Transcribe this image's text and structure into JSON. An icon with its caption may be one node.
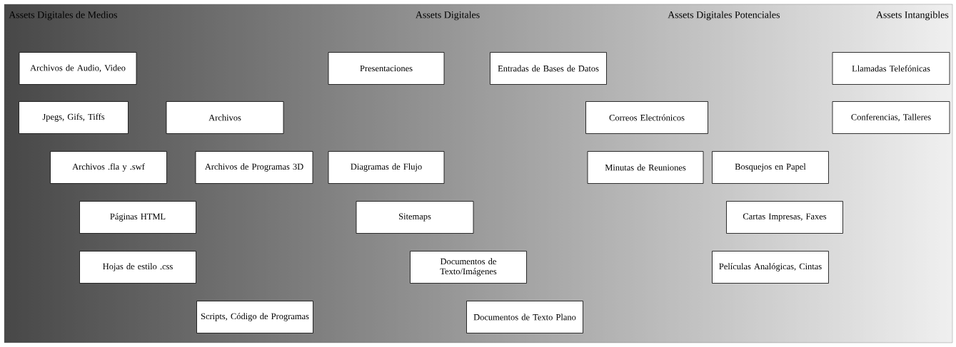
{
  "diagram": {
    "nodes": [
      {
        "text": [
          "Archivos de Audio, Video"
        ]
      },
      {
        "text": [
          "Presentaciones"
        ]
      },
      {
        "text": [
          "Entradas de Bases de Datos"
        ]
      },
      {
        "text": [
          "Llamadas Telefónicas"
        ]
      },
      {
        "text": [
          "Jpegs, Gifs, Tiffs"
        ]
      },
      {
        "text": [
          "Archivos"
        ]
      },
      {
        "text": [
          "Correos Electrónicos"
        ]
      },
      {
        "text": [
          "Conferencias, Talleres"
        ]
      },
      {
        "text": [
          "Archivos .fla y .swf"
        ]
      },
      {
        "text": [
          "Archivos de Programas 3D"
        ]
      },
      {
        "text": [
          "Diagramas de Flujo"
        ]
      },
      {
        "text": [
          "Minutas de Reuniones"
        ]
      },
      {
        "text": [
          "Bosquejos en Papel"
        ]
      },
      {
        "text": [
          "Páginas HTML"
        ]
      },
      {
        "text": [
          "Sitemaps"
        ]
      },
      {
        "text": [
          "Cartas Impresas, Faxes"
        ]
      },
      {
        "text": [
          "Hojas de estilo .css"
        ]
      },
      {
        "text": [
          "Documentos de Texto/Imágenes"
        ]
      },
      {
        "text": [
          "Películas Analógicas, Cintas"
        ]
      },
      {
        "text": [
          "Scripts, Código de Programas"
        ]
      },
      {
        "text": [
          "Documentos de Texto Plano"
        ]
      }
    ],
    "labels": [
      "Assets Digitales de Medios",
      "Assets Digitales",
      "Assets Digitales Potenciales",
      "Assets Intangibles"
    ]
  }
}
